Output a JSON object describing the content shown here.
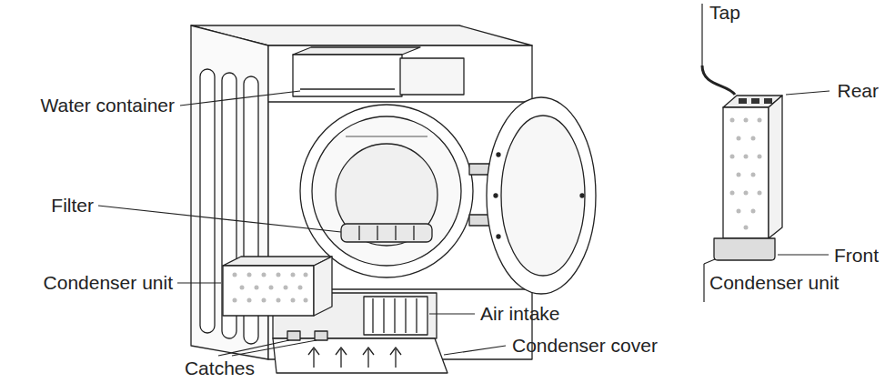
{
  "diagram": {
    "labels": [
      "Water container",
      "Filter",
      "Condenser unit",
      "Air intake",
      "Condenser cover",
      "Catches",
      "Tap",
      "Rear",
      "Front",
      "Condenser unit"
    ]
  }
}
